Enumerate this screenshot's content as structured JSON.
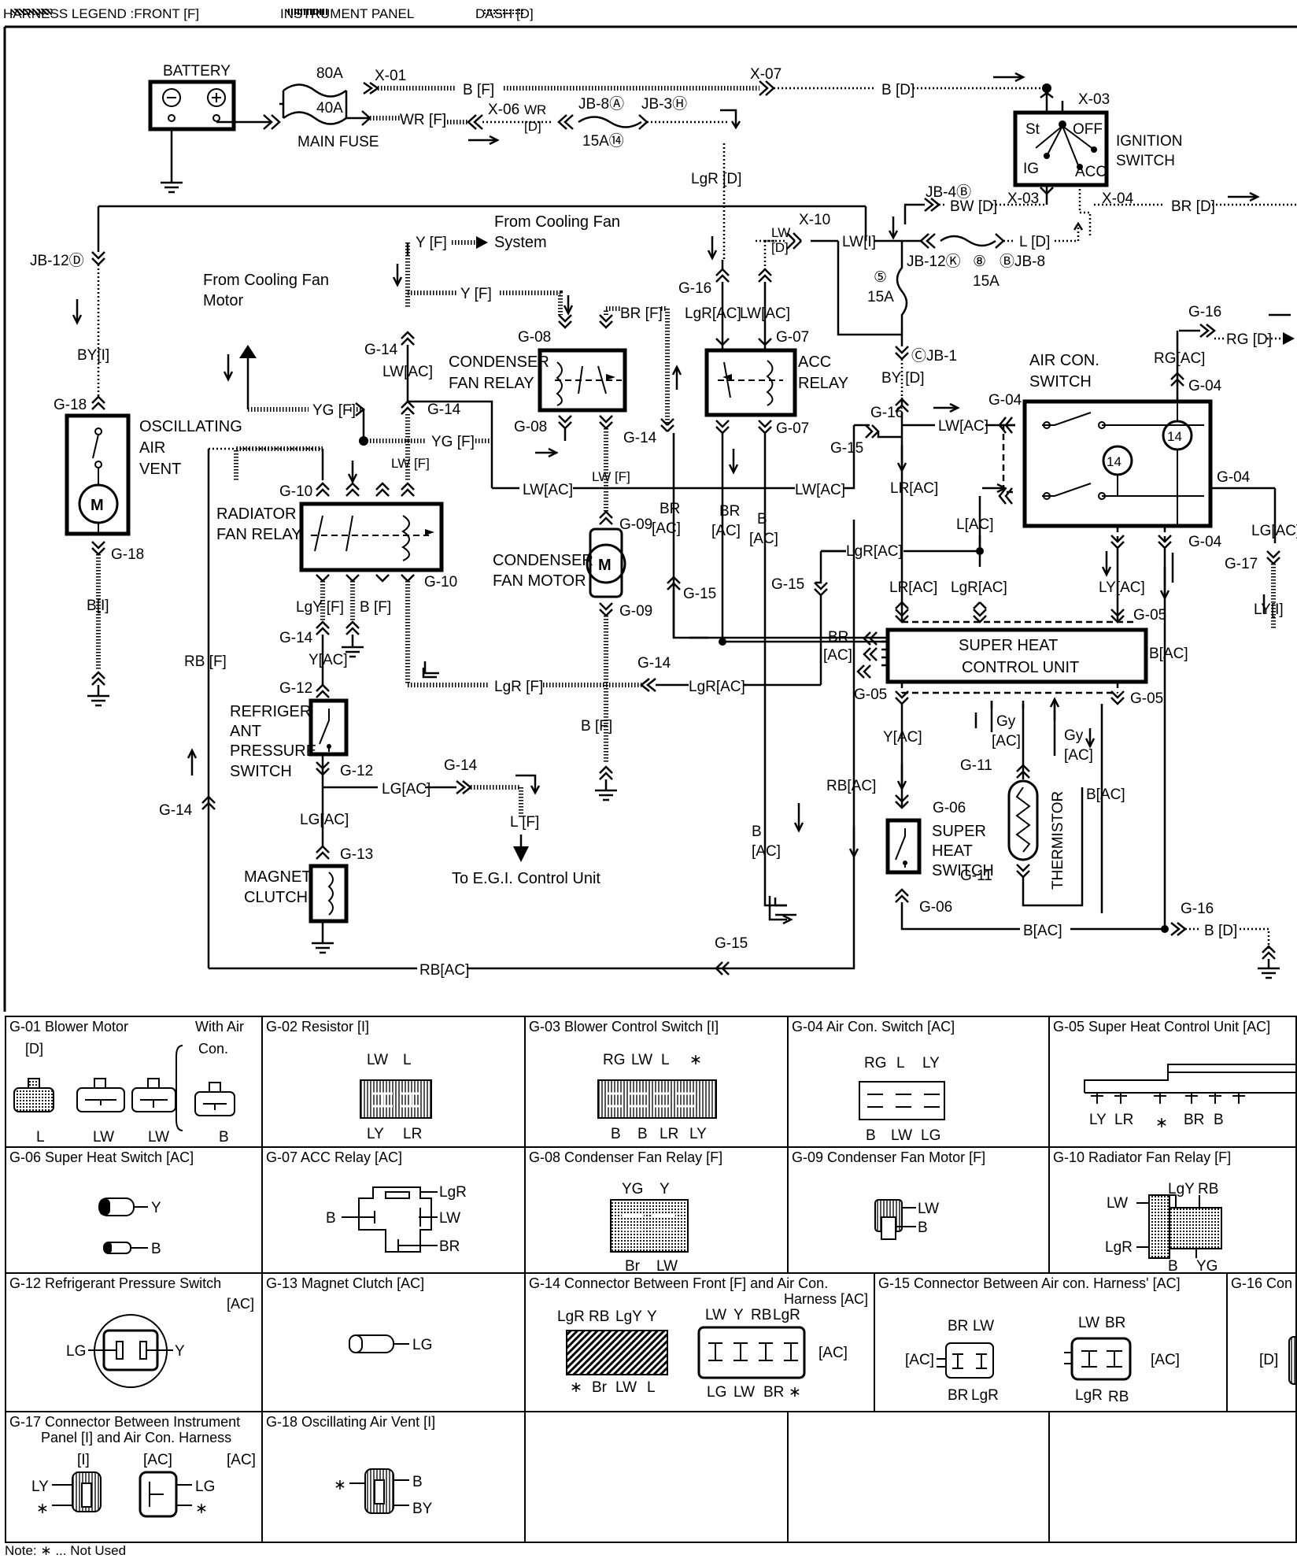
{
  "legend": {
    "front": "HARNESS LEGEND :FRONT [F]",
    "instrument": "INSTRUMENT PANEL",
    "dash": "DASH [D]"
  },
  "components": {
    "battery": "BATTERY",
    "main_fuse": "MAIN FUSE",
    "fuse_80a": "80A",
    "fuse_40a": "40A",
    "fuse_15a_a": "15A⑭",
    "ignition_switch_1": "IGNITION",
    "ignition_switch_2": "SWITCH",
    "ign_st": "St",
    "ign_off": "OFF",
    "ign_ig": "IG",
    "ign_acc": "ACC",
    "osc_vent_1": "OSCILLATING",
    "osc_vent_2": "AIR",
    "osc_vent_3": "VENT",
    "motor_m": "M",
    "from_cooling_motor_1": "From Cooling Fan",
    "from_cooling_motor_2": "Motor",
    "from_cooling_system_1": "From Cooling Fan",
    "from_cooling_system_2": "System",
    "condenser_relay_1": "CONDENSER",
    "condenser_relay_2": "FAN RELAY",
    "acc_relay_1": "ACC",
    "acc_relay_2": "RELAY",
    "radiator_relay_1": "RADIATOR",
    "radiator_relay_2": "FAN RELAY",
    "condenser_motor_1": "CONDENSER",
    "condenser_motor_2": "FAN MOTOR",
    "refrig_1": "REFRIGER",
    "refrig_2": "ANT",
    "refrig_3": "PRESSURE",
    "refrig_4": "SWITCH",
    "magnet_1": "MAGNET",
    "magnet_2": "CLUTCH",
    "to_egi": "To E.G.I. Control Unit",
    "air_con_switch_1": "AIR CON.",
    "air_con_switch_2": "SWITCH",
    "shcu_1": "SUPER HEAT",
    "shcu_2": "CONTROL UNIT",
    "super_heat_switch_1": "SUPER",
    "super_heat_switch_2": "HEAT",
    "super_heat_switch_3": "SWITCH",
    "thermistor": "THERMISTOR",
    "fuse_15a_b": "15A",
    "fuse_15a_c": "15A",
    "pin_14a": "14",
    "pin_14b": "14"
  },
  "labels": {
    "x01": "X-01",
    "x07": "X-07",
    "x06": "X-06",
    "x03": "X-03",
    "x03b": "X-03",
    "x04": "X-04",
    "x10": "X-10",
    "b_f": "B [F]",
    "b_d": "B [D]",
    "wr_f": "WR [F]",
    "wr": "WR",
    "d1": "[D]",
    "jb8a": "JB-8Ⓐ",
    "jb3h": "JB-3Ⓗ",
    "lgr_d": "LgR [D]",
    "jb4b": "JB-4Ⓑ",
    "bw_d": "BW [D]",
    "br_d": "BR [D]",
    "lw": "LW",
    "d2": "[D]",
    "lw_i": "LW[I]",
    "l_d": "L [D]",
    "jb12k": "JB-12Ⓚ",
    "n8": "⑧",
    "jb8b": "ⒷJB-8",
    "n5": "⑤",
    "jb1c": "ⒸJB-1",
    "by_d": "BY [D]",
    "jb12d": "JB-12Ⓓ",
    "by_i": "BY[I]",
    "g18a": "G-18",
    "g18b": "G-18",
    "b_i": "B[I]",
    "y_f1": "Y [F]",
    "y_f2": "Y [F]",
    "g14a": "G-14",
    "lw_ac1": "LW[AC]",
    "g14b": "G-14",
    "yg_f1": "YG [F]",
    "yg_f2": "YG [F]",
    "lw_f1": "LW [F]",
    "g08a": "G-08",
    "g08b": "G-08",
    "br_f": "BR [F]",
    "g16a": "G-16",
    "lgr_ac1": "LgR[AC]",
    "lw_ac2": "LW[AC]",
    "g07a": "G-07",
    "g07b": "G-07",
    "g14c": "G-14",
    "g10a": "G-10",
    "g10b": "G-10",
    "lw_ac3": "LW[AC]",
    "lw_f2": "LW [F]",
    "lw_ac4": "LW[AC]",
    "g09a": "G-09",
    "g09b": "G-09",
    "br_ac1": "BR",
    "ac1": "[AC]",
    "br_ac2": "BR",
    "ac2": "[AC]",
    "b_ac1": "B",
    "ac3": "[AC]",
    "g15a": "G-15",
    "g15b": "G-15",
    "g15c": "G-15",
    "g15d": "G-15",
    "lgy_f": "LgY [F]",
    "b_f2": "B [F]",
    "g14d": "G-14",
    "y_ac1": "Y[AC]",
    "g12a": "G-12",
    "g12b": "G-12",
    "lgr_f": "LgR [F]",
    "g14e": "G-14",
    "lgr_ac2": "LgR[AC]",
    "b_f3": "B [F]",
    "rb_f": "RB [F]",
    "lg_ac1": "LG[AC]",
    "g14f": "G-14",
    "l_f": "L [F]",
    "lg_ac2": "LG[AC]",
    "g13": "G-13",
    "g14g": "G-14",
    "rb_ac1": "RB[AC]",
    "rb_ac2": "RB[AC]",
    "b_ac2": "B",
    "ac4": "[AC]",
    "g16b": "G-16",
    "lr_ac1": "LR[AC]",
    "g04a": "G-04",
    "lw_ac5": "LW[AC]",
    "l_ac": "L[AC]",
    "lgr_ac3": "LgR[AC]",
    "lr_ac2": "LR[AC]",
    "lgr_ac4": "LgR[AC]",
    "ly_ac": "LY[AC]",
    "g05a": "G-05",
    "g05b": "G-05",
    "g05c": "G-05",
    "br_ac3": "BR",
    "ac5": "[AC]",
    "g16c": "G-16",
    "rg_d": "RG [D]",
    "rg_ac": "RG[AC]",
    "g04b": "G-04",
    "g04c": "G-04",
    "g04d": "G-04",
    "lg_ac3": "LG[AC]",
    "g17": "G-17",
    "ly_i": "LY[I]",
    "b_ac3": "B[AC]",
    "b_ac4": "B[AC]",
    "y_ac2": "Y[AC]",
    "gy1": "Gy",
    "ac6": "[AC]",
    "gy2": "Gy",
    "ac7": "[AC]",
    "g11a": "G-11",
    "g11b": "G-11",
    "g06a": "G-06",
    "g06b": "G-06",
    "b_ac5": "B[AC]",
    "g16d": "G-16",
    "b_d2": "B [D]",
    "g15e": "G-15",
    "rb_ac3": "RB[AC]"
  },
  "connectors": [
    {
      "title": "G-01 Blower Motor",
      "sub": "[D]",
      "extra": "With Air",
      "extra2": "Con.",
      "pins": [
        "L",
        "LW",
        "LW",
        "B"
      ]
    },
    {
      "title": "G-02 Resistor [I]",
      "top": [
        "LW",
        "L"
      ],
      "bottom": [
        "LY",
        "LR"
      ]
    },
    {
      "title": "G-03 Blower Control Switch [I]",
      "top": [
        "RG",
        "LW",
        "L",
        "∗"
      ],
      "bottom": [
        "B",
        "B",
        "LR",
        "LY"
      ]
    },
    {
      "title": "G-04 Air Con. Switch [AC]",
      "top": [
        "RG",
        "L",
        "LY"
      ],
      "bottom": [
        "B",
        "LW",
        "LG"
      ]
    },
    {
      "title": "G-05 Super Heat Control Unit [AC]",
      "bottom": [
        "LY",
        "LR",
        "∗",
        "BR",
        "B"
      ]
    },
    {
      "title": "G-06 Super Heat Switch [AC]",
      "pins": [
        "Y",
        "B"
      ]
    },
    {
      "title": "G-07 ACC Relay [AC]",
      "pins": [
        "LgR",
        "B",
        "LW",
        "BR"
      ]
    },
    {
      "title": "G-08 Condenser Fan Relay [F]",
      "top": [
        "YG",
        "Y"
      ],
      "bottom": [
        "Br",
        "LW"
      ]
    },
    {
      "title": "G-09 Condenser Fan Motor [F]",
      "pins": [
        "LW",
        "B"
      ]
    },
    {
      "title": "G-10 Radiator Fan Relay [F]",
      "pins": [
        "LgY",
        "RB",
        "LW",
        "LgR",
        "B",
        "YG"
      ]
    },
    {
      "title": "G-12 Refrigerant Pressure Switch",
      "sub": "[AC]",
      "pins": [
        "LG",
        "Y"
      ]
    },
    {
      "title": "G-13 Magnet Clutch [AC]",
      "pins": [
        "LG"
      ]
    },
    {
      "title": "G-14 Connector Between Front [F] and Air Con.",
      "title2": "Harness [AC]",
      "left_top": [
        "LgR",
        "RB",
        "LgY",
        "Y"
      ],
      "left_bottom": [
        "∗",
        "Br",
        "LW",
        "L"
      ],
      "right_top": [
        "LW",
        "Y",
        "RB",
        "LgR"
      ],
      "right_bottom": [
        "LG",
        "LW",
        "BR",
        "∗"
      ],
      "tag": "[AC]"
    },
    {
      "title": "G-15 Connector Between Air con. Harness' [AC]",
      "left_top": [
        "BR",
        "LW"
      ],
      "left_bottom": [
        "BR",
        "LgR"
      ],
      "right_top": [
        "LW",
        "BR"
      ],
      "right_bottom": [
        "LgR",
        "RB"
      ],
      "tag_left": "[AC]",
      "tag_right": "[AC]"
    },
    {
      "title": "G-16 Con",
      "tag": "[D]"
    },
    {
      "title": "G-17 Connector Between Instrument",
      "title2": "Panel [I] and Air Con. Harness",
      "tag_i": "[I]",
      "tag_ac1": "[AC]",
      "tag_ac2": "[AC]",
      "pins": [
        "LY",
        "∗",
        "LG",
        "∗"
      ]
    },
    {
      "title": "G-18 Oscillating Air Vent [I]",
      "pins": [
        "∗",
        "B",
        "BY"
      ]
    }
  ],
  "note": "Note: ∗ ... Not Used"
}
